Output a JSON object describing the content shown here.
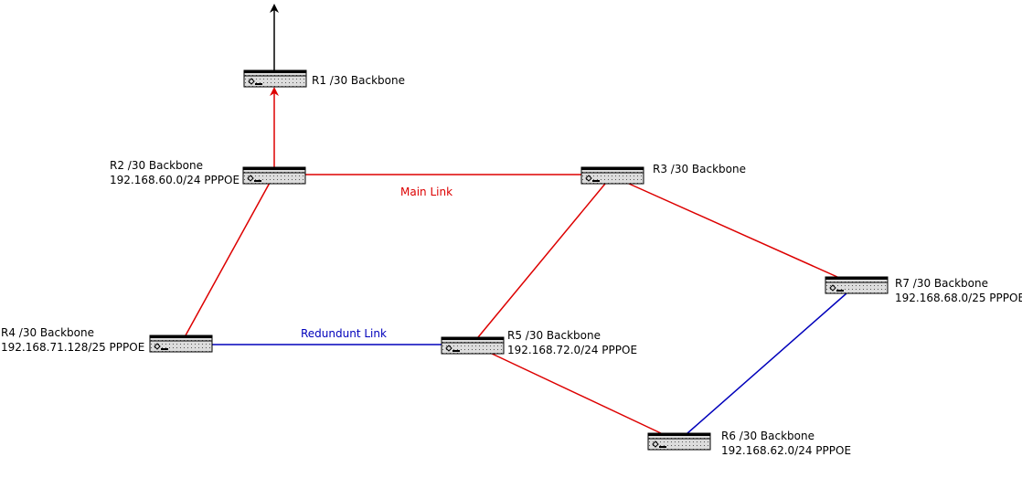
{
  "colors": {
    "main": "#dd0000",
    "redundant": "#0000bb",
    "uplink": "#000000",
    "router_body": "#d8d8d8"
  },
  "links": {
    "main_label": "Main Link",
    "redundant_label": "Redundunt Link"
  },
  "routers": {
    "r1": {
      "name": "R1 /30 Backbone",
      "subnet": ""
    },
    "r2": {
      "name": "R2 /30 Backbone",
      "subnet": "192.168.60.0/24 PPPOE"
    },
    "r3": {
      "name": "R3 /30 Backbone",
      "subnet": ""
    },
    "r4": {
      "name": "R4 /30 Backbone",
      "subnet": "192.168.71.128/25 PPPOE"
    },
    "r5": {
      "name": "R5 /30 Backbone",
      "subnet": "192.168.72.0/24 PPPOE"
    },
    "r6": {
      "name": "R6 /30 Backbone",
      "subnet": "192.168.62.0/24 PPPOE"
    },
    "r7": {
      "name": "R7 /30 Backbone",
      "subnet": "192.168.68.0/25 PPPOE"
    }
  },
  "edges": [
    {
      "from": "r2",
      "to": "r1",
      "kind": "main",
      "arrow": true
    },
    {
      "from": "r1",
      "to": "internet",
      "kind": "uplink",
      "arrow": true
    },
    {
      "from": "r2",
      "to": "r3",
      "kind": "main"
    },
    {
      "from": "r2",
      "to": "r4",
      "kind": "main"
    },
    {
      "from": "r3",
      "to": "r5",
      "kind": "main"
    },
    {
      "from": "r3",
      "to": "r7",
      "kind": "main"
    },
    {
      "from": "r5",
      "to": "r6",
      "kind": "main"
    },
    {
      "from": "r4",
      "to": "r5",
      "kind": "redundant"
    },
    {
      "from": "r6",
      "to": "r7",
      "kind": "redundant"
    }
  ]
}
